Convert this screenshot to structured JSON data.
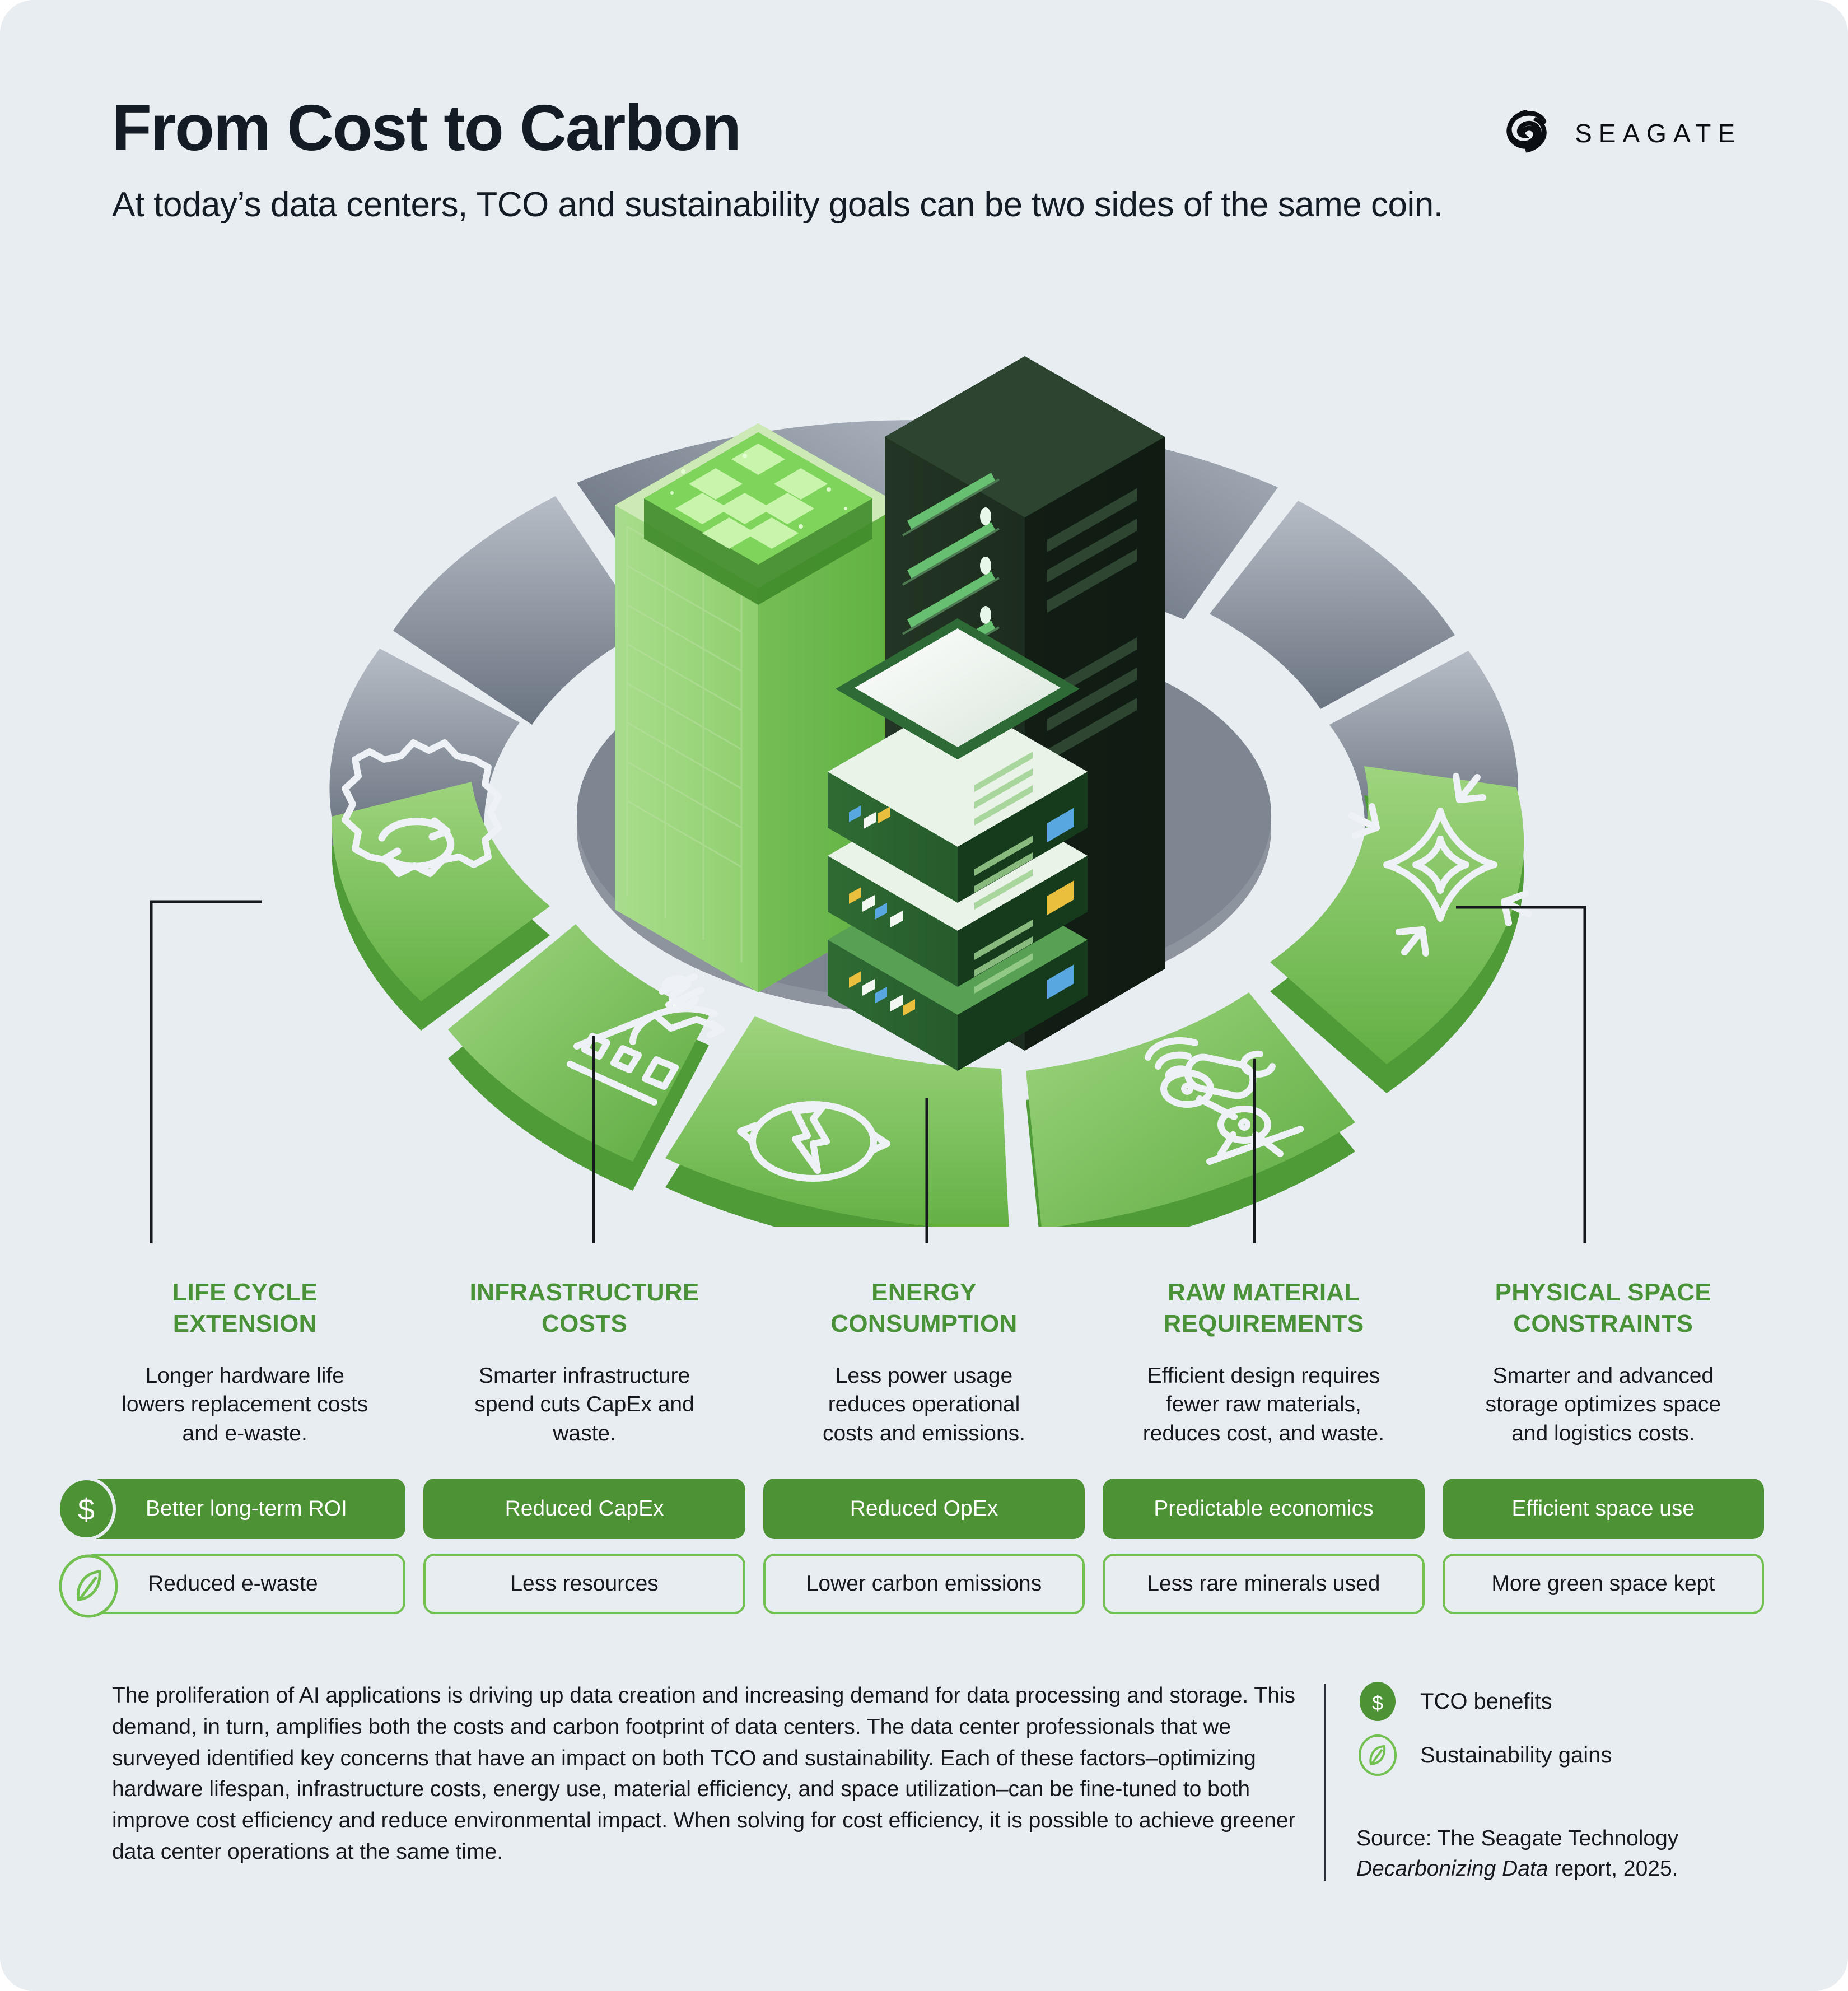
{
  "header": {
    "title": "From Cost to Carbon",
    "subtitle": "At today’s data centers, TCO and sustainability goals can be two sides of the same coin.",
    "brand": "SEAGATE"
  },
  "colors": {
    "background": "#e8edf2",
    "accent_green": "#4a9238",
    "badge_fill": "#4d9234",
    "badge_outline": "#72c050",
    "ring_green_light": "#8ecb6e",
    "ring_green_dark": "#5aa742",
    "ring_gray_light": "#aeb6c0",
    "ring_gray_dark": "#5f6874",
    "text_dark": "#15191e"
  },
  "columns": [
    {
      "heading": "LIFE CYCLE\nEXTENSION",
      "heading_lines": [
        "LIFE CYCLE",
        "EXTENSION"
      ],
      "description": "Longer hardware life lowers replacement costs and e-waste.",
      "ring_icon": "recycle-gear-icon",
      "tco_badge": "Better long-term ROI",
      "sustainability_badge": "Reduced e-waste"
    },
    {
      "heading": "INFRASTRUCTURE\nCOSTS",
      "heading_lines": [
        "INFRASTRUCTURE",
        "COSTS"
      ],
      "description": "Smarter infrastructure spend cuts CapEx and waste.",
      "ring_icon": "dollar-chart-icon",
      "tco_badge": "Reduced CapEx",
      "sustainability_badge": "Less resources"
    },
    {
      "heading": "ENERGY\nCONSUMPTION",
      "heading_lines": [
        "ENERGY",
        "CONSUMPTION"
      ],
      "description": "Less power usage reduces operational costs and emissions.",
      "ring_icon": "energy-recycle-icon",
      "tco_badge": "Reduced OpEx",
      "sustainability_badge": "Lower carbon emissions"
    },
    {
      "heading": "RAW MATERIAL\nREQUIREMENTS",
      "heading_lines": [
        "RAW MATERIAL",
        "REQUIREMENTS"
      ],
      "description": "Efficient design requires fewer raw materials, reduces cost, and waste.",
      "ring_icon": "robot-arm-icon",
      "tco_badge": "Predictable economics",
      "sustainability_badge": "Less rare minerals used"
    },
    {
      "heading": "PHYSICAL SPACE\nCONSTRAINTS",
      "heading_lines": [
        "PHYSICAL SPACE",
        "CONSTRAINTS"
      ],
      "description": "Smarter and advanced storage optimizes space and logistics costs.",
      "ring_icon": "compress-space-icon",
      "tco_badge": "Efficient space use",
      "sustainability_badge": "More green space kept"
    }
  ],
  "footer": {
    "body": "The proliferation of AI applications is driving up data creation and increasing demand for data processing and storage. This demand, in turn, amplifies both the costs and carbon footprint of data centers. The data center professionals that we surveyed identified key concerns that have an impact on both TCO and sustainability. Each of these factors–optimizing hardware lifespan, infrastructure costs, energy use, material efficiency, and space utilization–can be fine-tuned to both improve cost efficiency and reduce environmental impact. When solving for cost efficiency, it is possible to achieve greener data center operations at the same time.",
    "legend": [
      {
        "icon": "dollar-circle-icon",
        "label": "TCO benefits"
      },
      {
        "icon": "leaf-circle-icon",
        "label": "Sustainability gains"
      }
    ],
    "source_prefix": "Source: The Seagate Technology ",
    "source_italic": "Decarbonizing Data",
    "source_suffix": " report, 2025."
  }
}
